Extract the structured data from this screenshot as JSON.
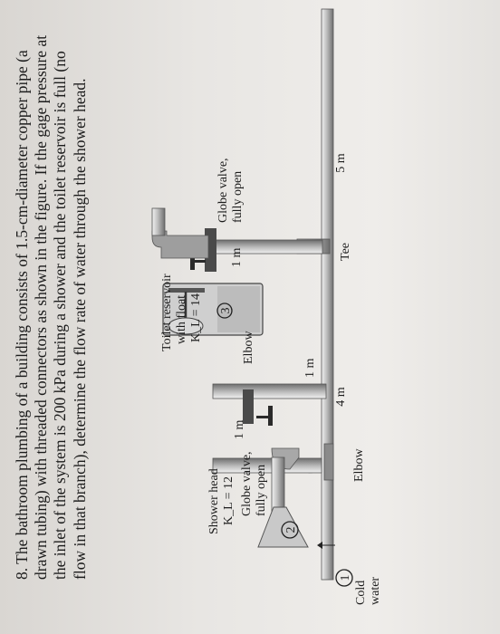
{
  "problem": {
    "number": "8.",
    "text": "The bathroom plumbing of a building consists of 1.5-cm-diameter copper pipe (a drawn tubing) with threaded connectors as shown in the figure. If the gage pressure at the inlet of the system is 200 kPa during a shower and the toilet reservoir is full (no flow in that branch), determine the flow rate of water through the shower head."
  },
  "figure": {
    "cold_water": [
      "Cold",
      "water"
    ],
    "point_1": "1",
    "point_2": "2",
    "point_3": "3",
    "len_5m": "5 m",
    "len_4m": "4 m",
    "len_1m_toilet": "1 m",
    "len_1m_riser": "1 m",
    "len_1m_shower": "1 m",
    "tee": "Tee",
    "elbow_bottom": "Elbow",
    "elbow_top": "Elbow",
    "globe_valve_1": [
      "Globe valve,",
      "fully open"
    ],
    "globe_valve_2": [
      "Globe valve,",
      "fully open"
    ],
    "toilet_reservoir": [
      "Toilet reservoir",
      "with float",
      "K_L = 14"
    ],
    "shower_head": [
      "Shower head",
      "K_L = 12"
    ]
  }
}
